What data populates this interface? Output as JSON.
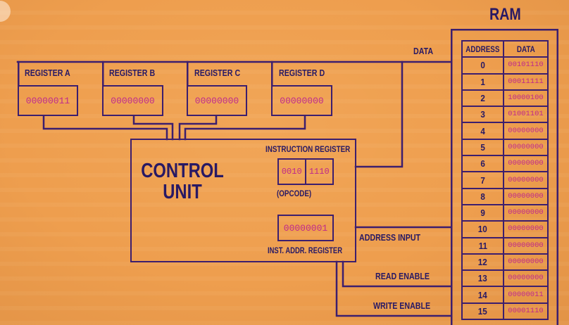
{
  "colors": {
    "background": "#EE9E4E",
    "line": "#3C1E6E",
    "text": "#281964",
    "value": "#BE288C"
  },
  "buses": {
    "data": "DATA",
    "address_input": "ADDRESS INPUT",
    "read_enable": "READ ENABLE",
    "write_enable": "WRITE ENABLE"
  },
  "registers": [
    {
      "label": "REGISTER A",
      "value": "00000011"
    },
    {
      "label": "REGISTER B",
      "value": "00000000"
    },
    {
      "label": "REGISTER C",
      "value": "00000000"
    },
    {
      "label": "REGISTER D",
      "value": "00000000"
    }
  ],
  "control_unit": {
    "title_line1": "CONTROL",
    "title_line2": "UNIT",
    "instruction_register": {
      "label": "INSTRUCTION REGISTER",
      "opcode_bits": "0010",
      "address_bits": "1110",
      "caption": "(OPCODE)"
    },
    "instruction_address_register": {
      "label": "INST. ADDR. REGISTER",
      "value": "00000001"
    }
  },
  "ram": {
    "title": "RAM",
    "headers": {
      "address": "ADDRESS",
      "data": "DATA"
    },
    "rows": [
      {
        "address": "0",
        "data": "00101110"
      },
      {
        "address": "1",
        "data": "00011111"
      },
      {
        "address": "2",
        "data": "10000100"
      },
      {
        "address": "3",
        "data": "01001101"
      },
      {
        "address": "4",
        "data": "00000000"
      },
      {
        "address": "5",
        "data": "00000000"
      },
      {
        "address": "6",
        "data": "00000000"
      },
      {
        "address": "7",
        "data": "00000000"
      },
      {
        "address": "8",
        "data": "00000000"
      },
      {
        "address": "9",
        "data": "00000000"
      },
      {
        "address": "10",
        "data": "00000000"
      },
      {
        "address": "11",
        "data": "00000000"
      },
      {
        "address": "12",
        "data": "00000000"
      },
      {
        "address": "13",
        "data": "00000000"
      },
      {
        "address": "14",
        "data": "00000011"
      },
      {
        "address": "15",
        "data": "00001110"
      }
    ]
  }
}
